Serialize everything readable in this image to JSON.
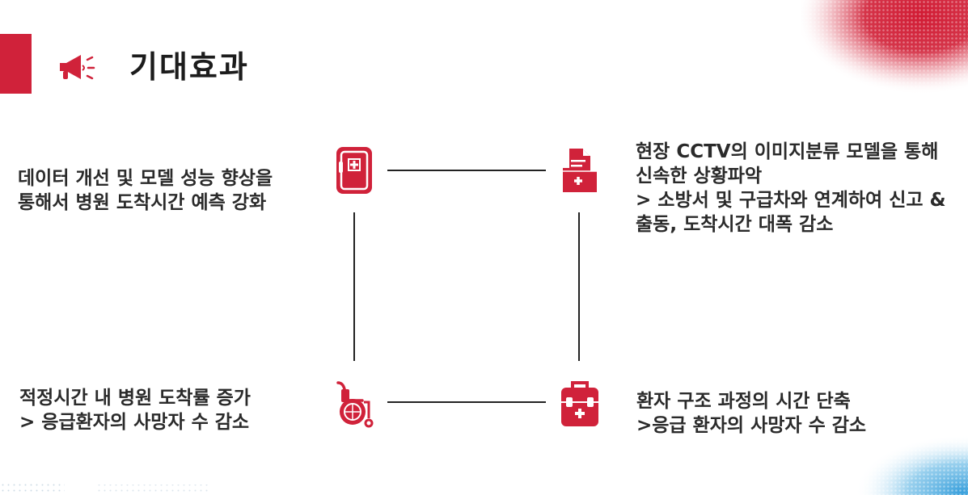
{
  "slide": {
    "title": "기대효과",
    "title_icon": "megaphone-icon",
    "accent_color": "#d0223a"
  },
  "effects": {
    "top_left": {
      "icon": "medical-cabinet-icon",
      "lines": [
        "데이터 개선 및 모델 성능 향상을",
        "통해서 병원 도착시간 예측 강화"
      ]
    },
    "top_right": {
      "icon": "medical-document-folder-icon",
      "lines": [
        "현장 CCTV의 이미지분류 모델을 통해",
        "신속한 상황파악",
        "> 소방서 및 구급차와 연계하여 신고 &",
        "출동, 도착시간 대폭 감소"
      ]
    },
    "bottom_left": {
      "icon": "wheelchair-icon",
      "lines": [
        "적정시간 내 병원 도착률 증가",
        "> 응급환자의 사망자 수 감소"
      ]
    },
    "bottom_right": {
      "icon": "first-aid-kit-icon",
      "lines": [
        "환자 구조 과정의 시간 단축",
        ">응급 환자의  사망자 수 감소"
      ]
    }
  }
}
